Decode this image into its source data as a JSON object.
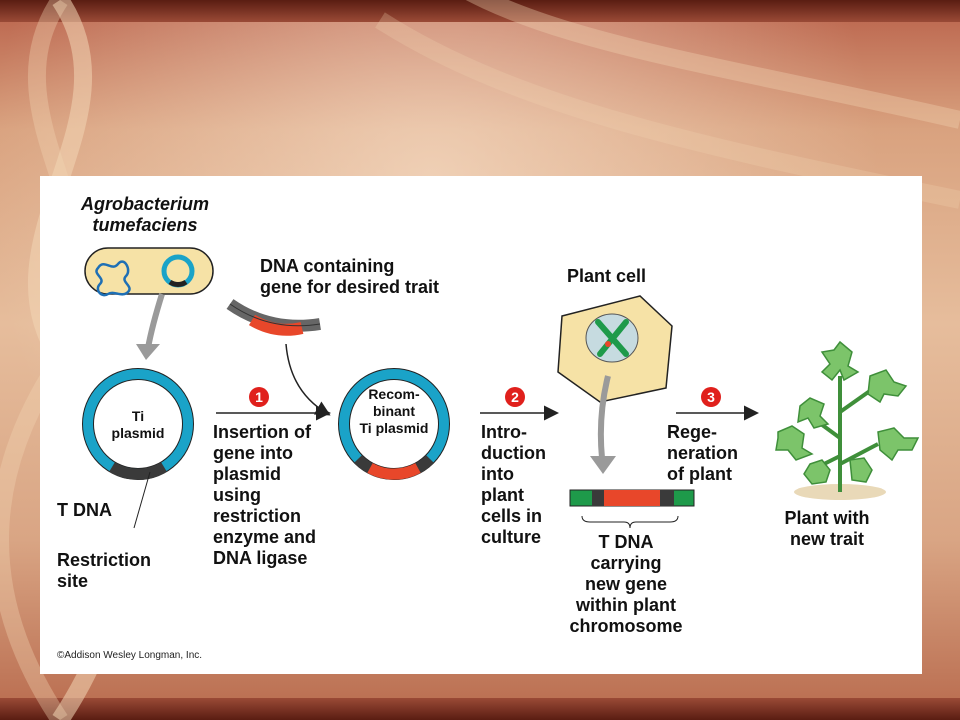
{
  "labels": {
    "agrobacterium": "Agrobacterium\ntumefaciens",
    "dna_containing": "DNA containing\ngene for desired trait",
    "plant_cell": "Plant cell",
    "ti_plasmid": "Ti\nplasmid",
    "recombinant": "Recom-\nbinant\nTi plasmid",
    "t_dna": "T DNA",
    "restriction_site": "Restriction\nsite",
    "step1_text": "Insertion of\ngene into\nplasmid\nusing\nrestriction\nenzyme and\nDNA ligase",
    "step2_text": "Intro-\nduction\ninto\nplant\ncells in\nculture",
    "step3_text": "Rege-\nneration\nof plant",
    "t_dna_carrying": "T DNA\ncarrying\nnew gene\nwithin plant\nchromosome",
    "plant_new_trait": "Plant with\nnew trait",
    "copyright": "©Addison Wesley Longman, Inc."
  },
  "steps": [
    {
      "number": "1"
    },
    {
      "number": "2"
    },
    {
      "number": "3"
    }
  ],
  "colors": {
    "plasmid_blue": "#1aa3c8",
    "insert_red": "#e8472a",
    "tdna_dark": "#3a3a3a",
    "chromosome_green": "#1e9a4a",
    "cell_fill": "#f6e2a6",
    "step_red": "#e0201c",
    "leaf_green": "#7cc46a"
  }
}
